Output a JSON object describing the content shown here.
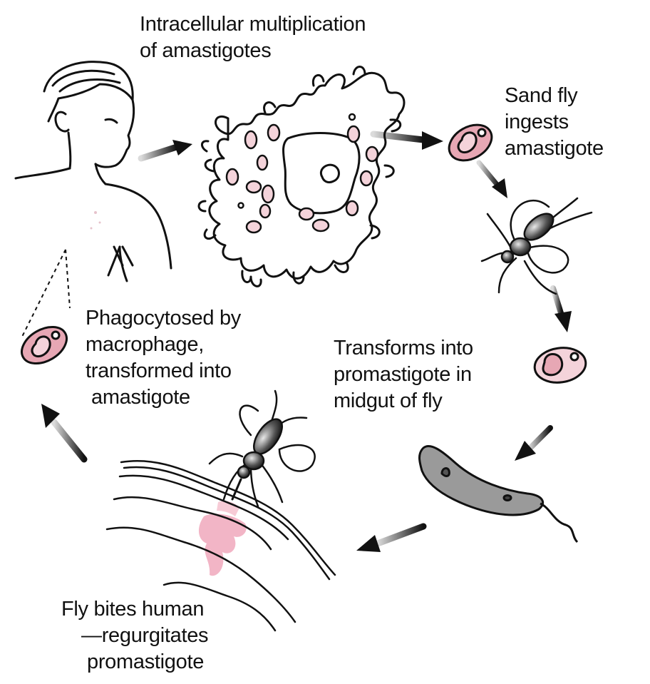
{
  "labels": {
    "intracellular": [
      "Intracellular multiplication",
      "of amastigotes"
    ],
    "sandfly": [
      "Sand fly",
      "ingests",
      "amastigote"
    ],
    "transforms": [
      "Transforms into",
      "promastigote in",
      "midgut of fly"
    ],
    "phagocytosed": [
      "Phagocytosed by",
      "macrophage,",
      "transformed into",
      "amastigote"
    ],
    "bites": [
      "Fly bites human",
      "—regurgitates",
      "promastigote"
    ]
  },
  "colors": {
    "ink": "#111111",
    "amastigote_fill": "#e7a7b4",
    "amastigote_fill_light": "#f4d3da",
    "promastigote_fill": "#9a9a9a",
    "skin_wound": "#f2b5c6"
  }
}
